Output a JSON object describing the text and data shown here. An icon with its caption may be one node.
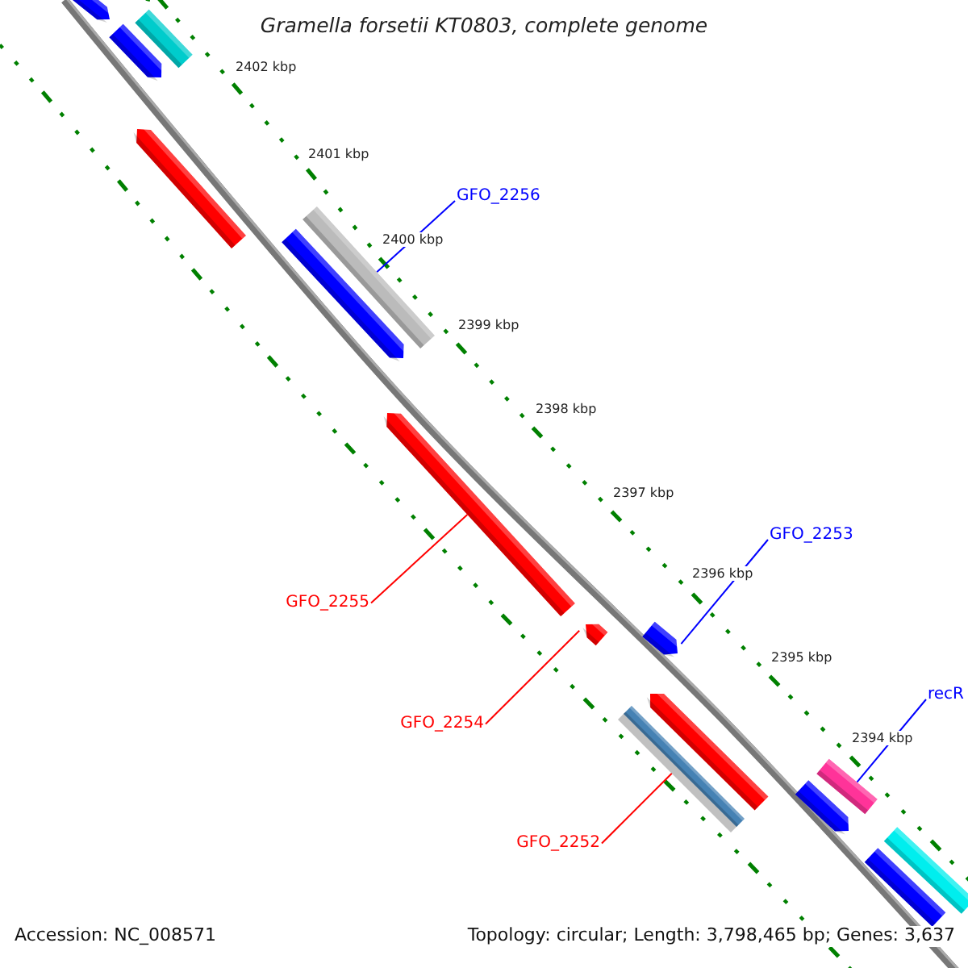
{
  "diagram": {
    "title": "Gramella forsetii KT0803, complete genome",
    "nodes": [
      {
        "text": [],
        "shape": "bar"
      },
      {
        "text": [],
        "shape": "bar"
      },
      {
        "text": [],
        "shape": "bar"
      },
      {
        "text": [],
        "shape": "bar"
      },
      {
        "text": [
          "GFO_2256"
        ]
      },
      {
        "text": [],
        "shape": "bar"
      },
      {
        "text": [],
        "shape": "bar"
      },
      {
        "text": [],
        "shape": "bar"
      },
      {
        "text": [
          "GFO_2253"
        ]
      },
      {
        "text": [
          "GFO_2255"
        ]
      },
      {
        "text": [],
        "shape": "bar"
      },
      {
        "text": [],
        "shape": "bar"
      },
      {
        "text": [
          "recR"
        ]
      },
      {
        "text": [
          "GFO_2254"
        ]
      },
      {
        "text": [],
        "shape": "bar"
      },
      {
        "text": [],
        "shape": "bar"
      },
      {
        "text": [],
        "shape": "bar"
      },
      {
        "text": [],
        "shape": "bar"
      },
      {
        "text": [
          "GFO_2252"
        ]
      },
      {
        "text": [],
        "shape": "bar"
      },
      {
        "text": [],
        "shape": "bar"
      }
    ],
    "edges": [
      {
        "from": 4,
        "to": 5,
        "arrow": "none"
      },
      {
        "from": 8,
        "to": 11,
        "arrow": "none"
      },
      {
        "from": 12,
        "to": 16,
        "arrow": "none"
      },
      {
        "from": 9,
        "to": 7,
        "arrow": "none",
        "color": "#ff0000"
      },
      {
        "from": 13,
        "to": 10,
        "arrow": "none",
        "color": "#ff0000"
      },
      {
        "from": 18,
        "to": 15,
        "arrow": "none",
        "color": "#ff0000"
      }
    ],
    "labels": [
      "2402 kbp",
      "2401 kbp",
      "2400 kbp",
      "2399 kbp",
      "2398 kbp",
      "2397 kbp",
      "2396 kbp",
      "2395 kbp",
      "2394 kbp",
      "Accession: NC_008571",
      "Topology: circular; Length: 3,798,465 bp; Genes: 3,637"
    ]
  }
}
